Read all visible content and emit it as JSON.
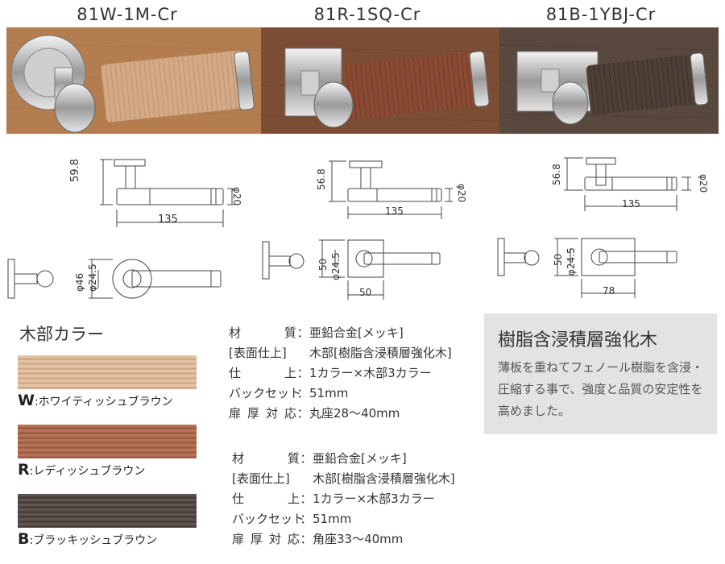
{
  "models": [
    {
      "name": "81W-1M-Cr",
      "wood": "#c29468",
      "wood_dark": "#a97a52"
    },
    {
      "name": "81R-1SQ-Cr",
      "wood": "#8a4c35",
      "wood_dark": "#6c3524"
    },
    {
      "name": "81B-1YBJ-Cr",
      "wood": "#4c3d35",
      "wood_dark": "#362a24"
    }
  ],
  "backgrounds": [
    "#b57f52",
    "#7d4f37",
    "#5a4a40"
  ],
  "dims": {
    "m1": {
      "height": "59.8",
      "length": "135",
      "phi": "φ20",
      "rose_d": "φ46",
      "rose_inner": "φ24.5"
    },
    "m2": {
      "height": "56.8",
      "length": "135",
      "phi": "φ20",
      "plate_h": "50",
      "inner": "φ24.5",
      "plate_w": "50"
    },
    "m3": {
      "height": "56.8",
      "length": "135",
      "phi": "φ20",
      "plate_h": "50",
      "inner": "φ24.5",
      "plate_w": "78"
    }
  },
  "wood_colors": {
    "heading": "木部カラー",
    "items": [
      {
        "letter": "W",
        "label": ":ホワイティッシュブラウン",
        "color": "#e3c3a4",
        "grain": "#c9a182"
      },
      {
        "letter": "R",
        "label": ":レディッシュブラウン",
        "color": "#b57358",
        "grain": "#955541"
      },
      {
        "letter": "B",
        "label": ":ブラッキッシュブラウン",
        "color": "#5e5450",
        "grain": "#3c3430"
      }
    ]
  },
  "spec1": {
    "material_key": "材　　質",
    "material_val": "亜鉛合金[メッキ]",
    "surface_key": "[表面仕上]",
    "surface_val": "木部[樹脂含浸積層強化木]",
    "finish_key": "仕　　上",
    "finish_val": "1カラー×木部3カラー",
    "backset_key": "バックセット",
    "backset_val": "51mm",
    "door_key": "扉厚対応",
    "door_val": "丸座28～40mm"
  },
  "spec2": {
    "material_key": "材　　質",
    "material_val": "亜鉛合金[メッキ]",
    "surface_key": "[表面仕上]",
    "surface_val": "木部[樹脂含浸積層強化木]",
    "finish_key": "仕　　上",
    "finish_val": "1カラー×木部3カラー",
    "backset_key": "バックセット",
    "backset_val": "51mm",
    "door_key": "扉厚対応",
    "door_val": "角座33～40mm"
  },
  "colon": "：",
  "info": {
    "title": "樹脂含浸積層強化木",
    "text": "薄板を重ねてフェノール樹脂を含浸・圧縮する事で、強度と品質の安定性を高めました。"
  }
}
